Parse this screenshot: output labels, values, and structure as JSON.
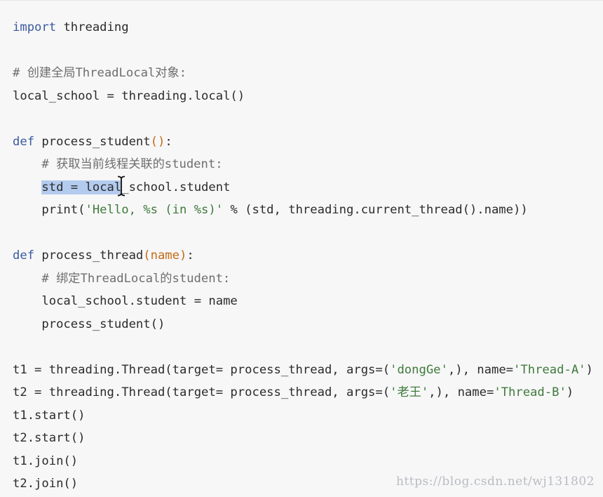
{
  "code": {
    "lines": [
      [
        {
          "t": "import",
          "c": "kw"
        },
        {
          "t": " threading",
          "c": "df"
        }
      ],
      [],
      [
        {
          "t": "# 创建全局ThreadLocal对象:",
          "c": "cm"
        }
      ],
      [
        {
          "t": "local_school = threading.local()",
          "c": "df"
        }
      ],
      [],
      [
        {
          "t": "def",
          "c": "kw"
        },
        {
          "t": " process_student",
          "c": "df"
        },
        {
          "t": "()",
          "c": "pn"
        },
        {
          "t": ":",
          "c": "df"
        }
      ],
      [
        {
          "t": "    ",
          "c": "df"
        },
        {
          "t": "# 获取当前线程关联的student:",
          "c": "cm"
        }
      ],
      [
        {
          "t": "    ",
          "c": "df"
        },
        {
          "t": "std = local",
          "c": "df",
          "sel": true
        },
        {
          "t": "_school.student",
          "c": "df"
        }
      ],
      [
        {
          "t": "    print(",
          "c": "df"
        },
        {
          "t": "'Hello, %s (in %s)'",
          "c": "st"
        },
        {
          "t": " % (std, threading.current_thread().name))",
          "c": "df"
        }
      ],
      [],
      [
        {
          "t": "def",
          "c": "kw"
        },
        {
          "t": " process_thread",
          "c": "df"
        },
        {
          "t": "(name)",
          "c": "pn"
        },
        {
          "t": ":",
          "c": "df"
        }
      ],
      [
        {
          "t": "    ",
          "c": "df"
        },
        {
          "t": "# 绑定ThreadLocal的student:",
          "c": "cm"
        }
      ],
      [
        {
          "t": "    local_school.student = name",
          "c": "df"
        }
      ],
      [
        {
          "t": "    process_student()",
          "c": "df"
        }
      ],
      [],
      [
        {
          "t": "t1 = threading.Thread(target= process_thread, args=(",
          "c": "df"
        },
        {
          "t": "'dongGe'",
          "c": "st"
        },
        {
          "t": ",), name=",
          "c": "df"
        },
        {
          "t": "'Thread-A'",
          "c": "st"
        },
        {
          "t": ")",
          "c": "df"
        }
      ],
      [
        {
          "t": "t2 = threading.Thread(target= process_thread, args=(",
          "c": "df"
        },
        {
          "t": "'老王'",
          "c": "st"
        },
        {
          "t": ",), name=",
          "c": "df"
        },
        {
          "t": "'Thread-B'",
          "c": "st"
        },
        {
          "t": ")",
          "c": "df"
        }
      ],
      [
        {
          "t": "t1.start()",
          "c": "df"
        }
      ],
      [
        {
          "t": "t2.start()",
          "c": "df"
        }
      ],
      [
        {
          "t": "t1.join()",
          "c": "df"
        }
      ],
      [
        {
          "t": "t2.join()",
          "c": "df"
        }
      ]
    ]
  },
  "watermark": "https://blog.csdn.net/wj131802",
  "cursor_icon": "text-ibeam-cursor-icon",
  "colors": {
    "background": "#f7f7f8",
    "keyword": "#3b5a9e",
    "comment": "#6e6e6e",
    "string": "#3f7a3a",
    "paren": "#c46a14",
    "selection": "#b3cbee"
  }
}
